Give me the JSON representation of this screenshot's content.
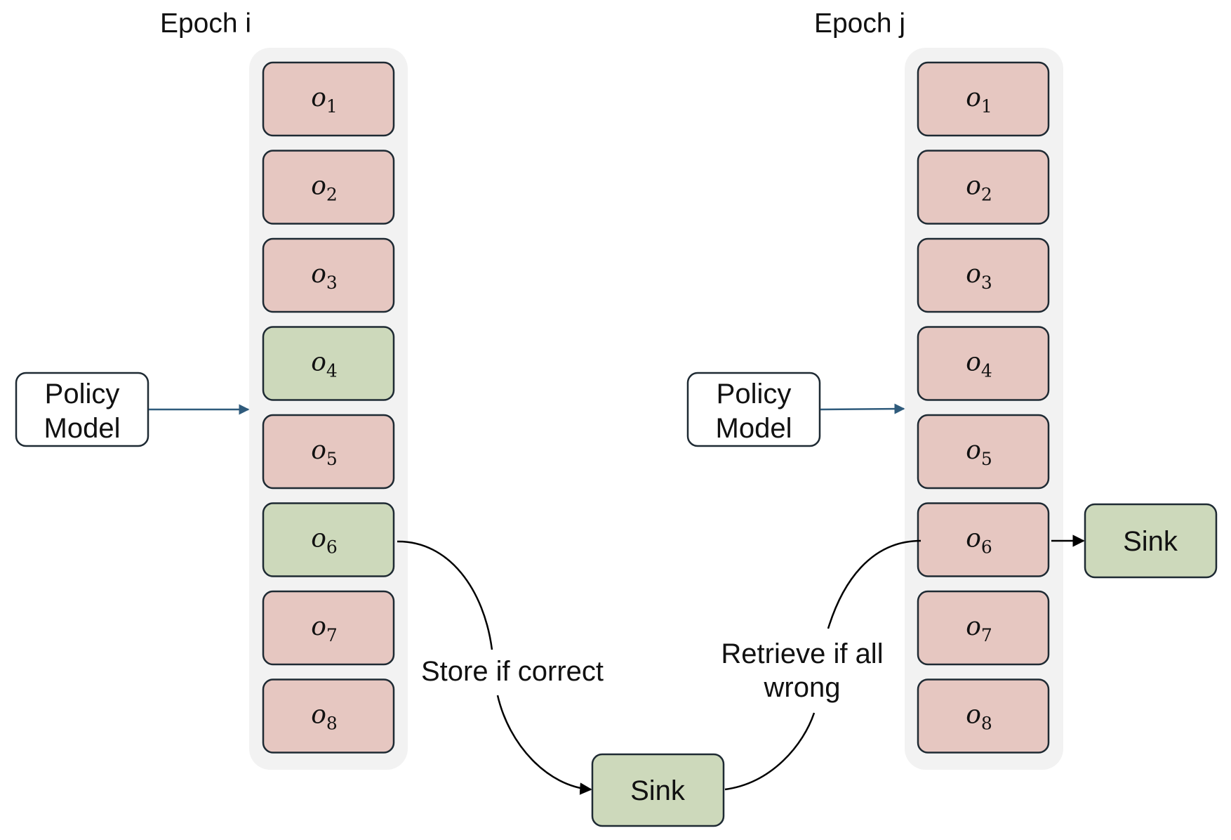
{
  "colors": {
    "incorrect": "#e6c7c1",
    "correct": "#cdd9bb",
    "column_bg": "#f2f2f2",
    "arrow_blue": "#2f5b7c"
  },
  "epoch_i": {
    "title": "Epoch i",
    "policy_model": {
      "line1": "Policy",
      "line2": "Model"
    },
    "outputs": [
      {
        "var": "o",
        "idx": "1",
        "status": "incorrect"
      },
      {
        "var": "o",
        "idx": "2",
        "status": "incorrect"
      },
      {
        "var": "o",
        "idx": "3",
        "status": "incorrect"
      },
      {
        "var": "o",
        "idx": "4",
        "status": "correct"
      },
      {
        "var": "o",
        "idx": "5",
        "status": "incorrect"
      },
      {
        "var": "o",
        "idx": "6",
        "status": "correct"
      },
      {
        "var": "o",
        "idx": "7",
        "status": "incorrect"
      },
      {
        "var": "o",
        "idx": "8",
        "status": "incorrect"
      }
    ]
  },
  "epoch_j": {
    "title": "Epoch j",
    "policy_model": {
      "line1": "Policy",
      "line2": "Model"
    },
    "outputs": [
      {
        "var": "o",
        "idx": "1",
        "status": "incorrect"
      },
      {
        "var": "o",
        "idx": "2",
        "status": "incorrect"
      },
      {
        "var": "o",
        "idx": "3",
        "status": "incorrect"
      },
      {
        "var": "o",
        "idx": "4",
        "status": "incorrect"
      },
      {
        "var": "o",
        "idx": "5",
        "status": "incorrect"
      },
      {
        "var": "o",
        "idx": "6",
        "status": "incorrect"
      },
      {
        "var": "o",
        "idx": "7",
        "status": "incorrect"
      },
      {
        "var": "o",
        "idx": "8",
        "status": "incorrect"
      }
    ],
    "sink_label": "Sink"
  },
  "center_sink": {
    "label": "Sink"
  },
  "edges": {
    "store_label": "Store if correct",
    "retrieve_label": {
      "line1": "Retrieve if all",
      "line2": "wrong"
    }
  }
}
